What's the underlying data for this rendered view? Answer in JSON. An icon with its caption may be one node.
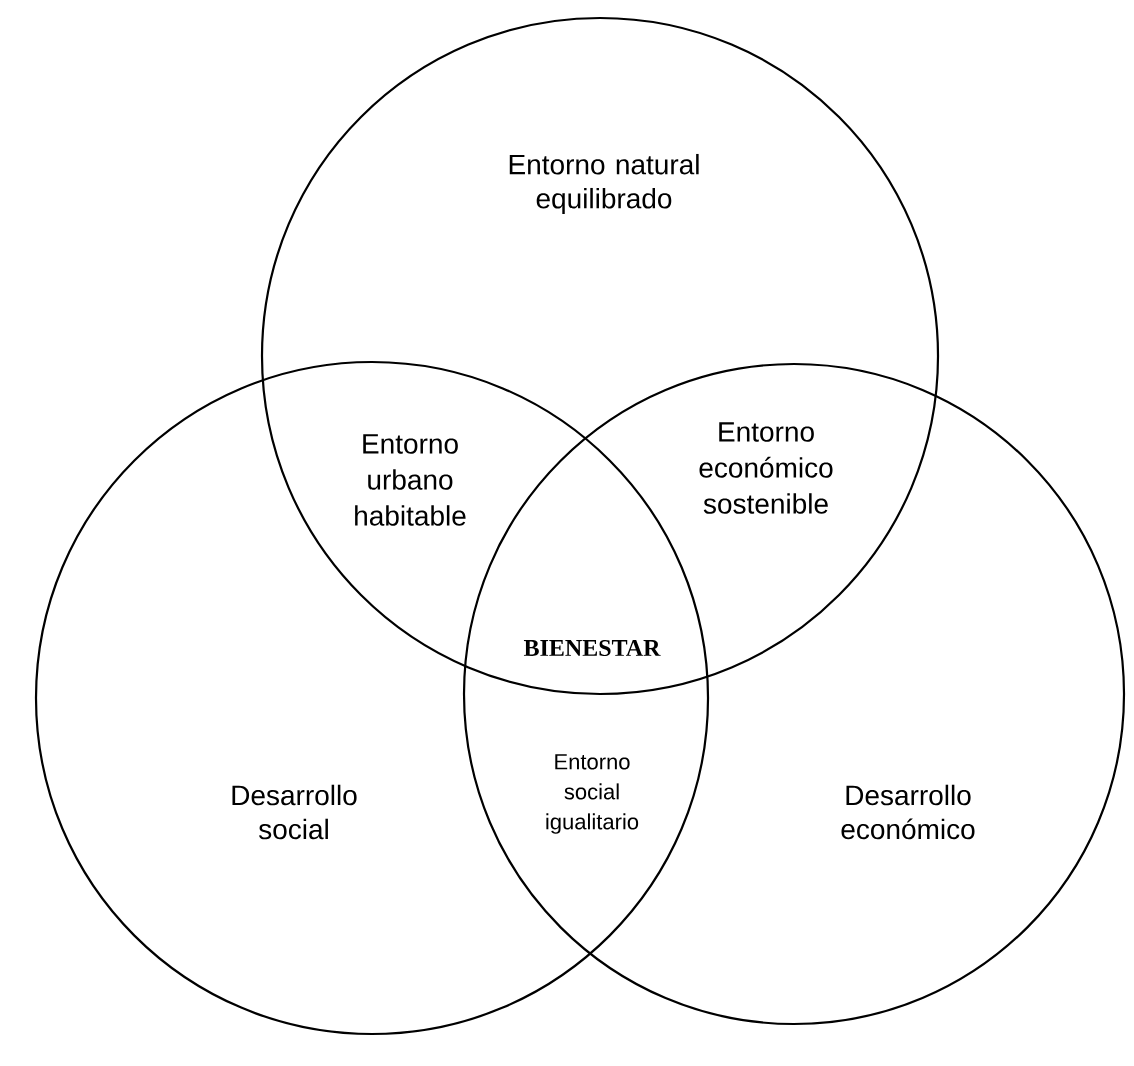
{
  "diagram": {
    "nodes": [
      {
        "text": [
          "Entorno natural equilibrado"
        ]
      },
      {
        "text": [
          "Desarrollo social"
        ]
      },
      {
        "text": [
          "Desarrollo económico"
        ]
      }
    ],
    "edges": [],
    "labels": [
      "Entorno urbano habitable",
      "Entorno económico sostenible",
      "BIENESTAR",
      "Entorno social igualitario"
    ]
  }
}
